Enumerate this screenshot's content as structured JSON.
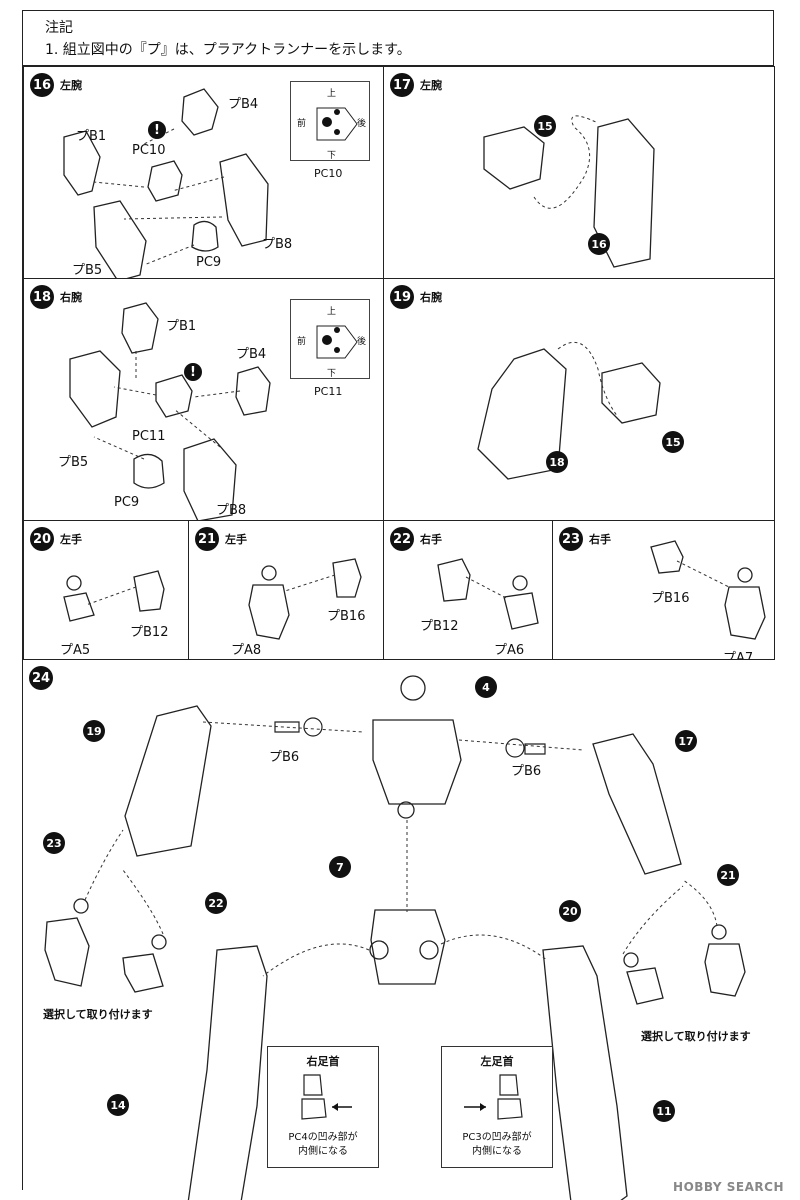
{
  "notes": {
    "title": "注記",
    "line1": "1. 組立図中の『プ』は、プラアクトランナーを示します。"
  },
  "steps": {
    "s16": {
      "num": "16",
      "title": "左腕",
      "labels": [
        "プB4",
        "プB1",
        "PC10",
        "プB8",
        "プB5",
        "PC9"
      ],
      "pc": {
        "label": "PC10",
        "up": "上",
        "down": "下",
        "front": "前",
        "back": "後"
      }
    },
    "s17": {
      "num": "17",
      "title": "左腕",
      "callouts": [
        "15",
        "16"
      ]
    },
    "s18": {
      "num": "18",
      "title": "右腕",
      "labels": [
        "プB1",
        "プB4",
        "PC11",
        "プB5",
        "PC9",
        "プB8"
      ],
      "pc": {
        "label": "PC11",
        "up": "上",
        "down": "下",
        "front": "前",
        "back": "後"
      }
    },
    "s19": {
      "num": "19",
      "title": "右腕",
      "callouts": [
        "18",
        "15"
      ]
    },
    "s20": {
      "num": "20",
      "title": "左手",
      "labels": [
        "プB12",
        "プA5"
      ]
    },
    "s21": {
      "num": "21",
      "title": "左手",
      "labels": [
        "プB16",
        "プA8"
      ]
    },
    "s22": {
      "num": "22",
      "title": "右手",
      "labels": [
        "プB12",
        "プA6"
      ]
    },
    "s23": {
      "num": "23",
      "title": "右手",
      "labels": [
        "プB16",
        "プA7"
      ]
    },
    "s24": {
      "num": "24",
      "labels": {
        "b6_left": "プB6",
        "b6_right": "プB6",
        "select_left": "選択して取り付けます",
        "select_right": "選択して取り付けます"
      },
      "callouts": [
        "19",
        "4",
        "17",
        "23",
        "22",
        "7",
        "20",
        "21",
        "14",
        "11"
      ],
      "inset_right": {
        "title": "右足首",
        "note1": "PC4の凹み部が",
        "note2": "内側になる"
      },
      "inset_left": {
        "title": "左足首",
        "note1": "PC3の凹み部が",
        "note2": "内側になる"
      }
    }
  },
  "warning_mark": "!",
  "watermark": "HOBBY SEARCH"
}
